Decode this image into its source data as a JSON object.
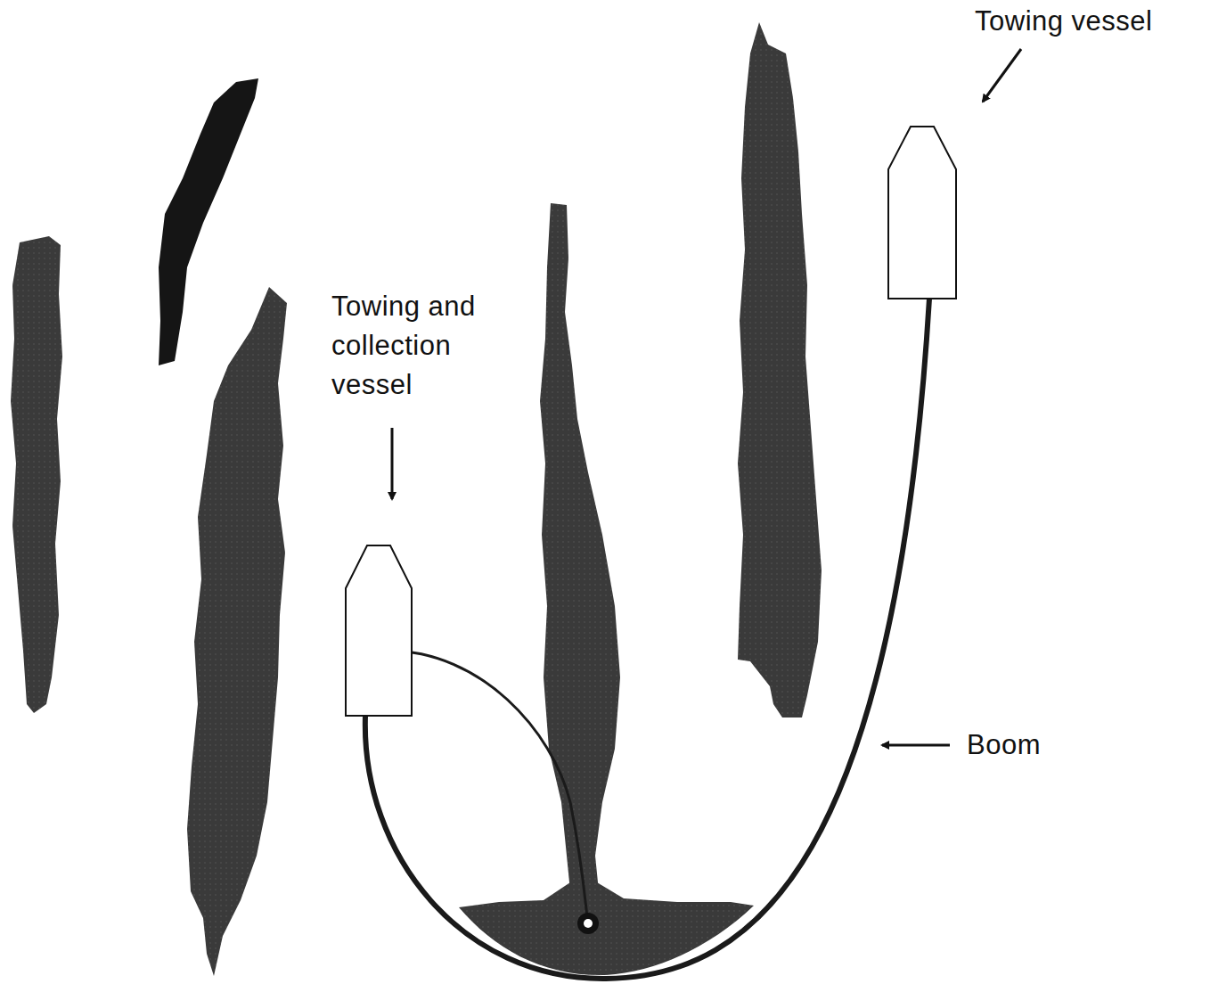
{
  "diagram": {
    "labels": [
      "Towing vessel",
      "Towing and collection vessel",
      "Boom"
    ]
  }
}
